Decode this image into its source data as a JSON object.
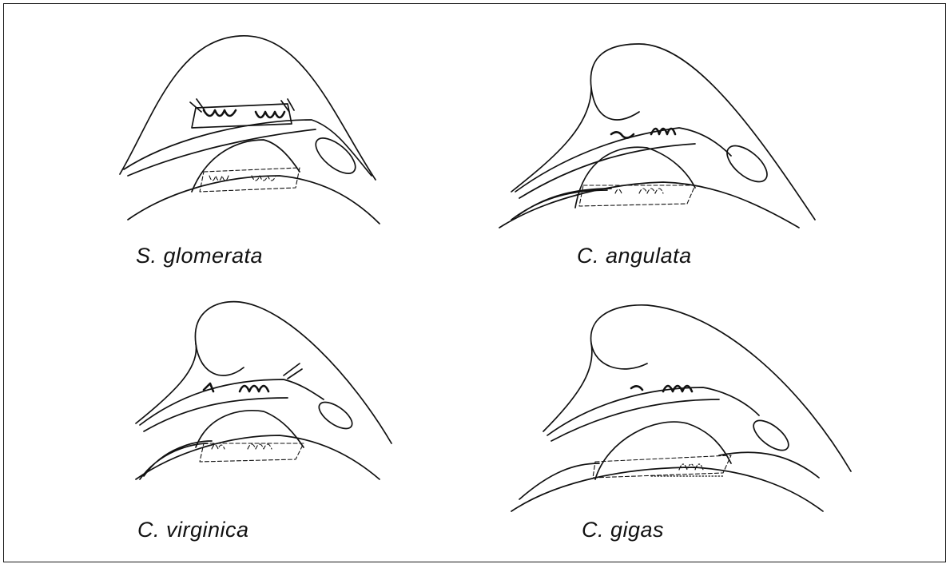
{
  "figure": {
    "panels": [
      {
        "species_label": "S. glomerata"
      },
      {
        "species_label": "C. angulata"
      },
      {
        "species_label": "C. virginica"
      },
      {
        "species_label": "C. gigas"
      }
    ]
  }
}
